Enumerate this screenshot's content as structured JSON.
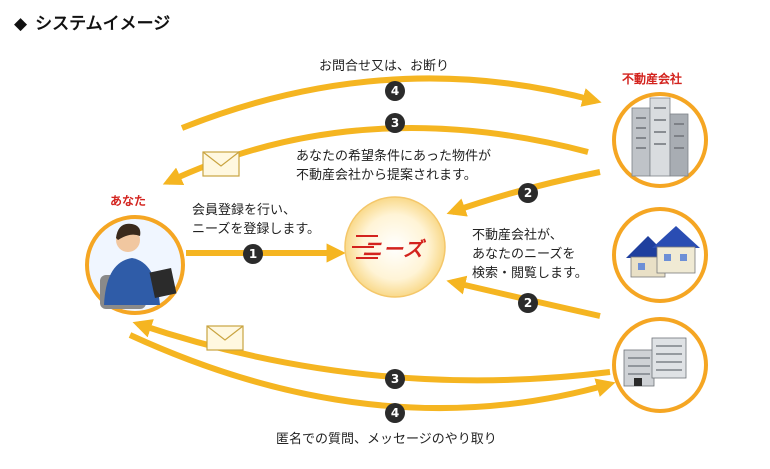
{
  "header": {
    "marker": "◆",
    "title": "システムイメージ"
  },
  "parties": {
    "you": "あなた",
    "company": "不動産会社"
  },
  "center": {
    "logo": "ニーズ"
  },
  "steps": {
    "one": "1",
    "two": "2",
    "three": "3",
    "four": "4"
  },
  "captions": {
    "register_1": "会員登録を行い、",
    "register_2": "ニーズを登録します。",
    "browse_1": "不動産会社が、",
    "browse_2": "あなたのニーズを",
    "browse_3": "検索・閲覧します。",
    "propose_1": "あなたの希望条件にあった物件が",
    "propose_2": "不動産会社から提案されます。",
    "inquiry": "お問合せ又は、お断り",
    "anonymous": "匿名での質問、メッセージのやり取り"
  },
  "colors": {
    "arrow": "#f5b521",
    "badge": "#2b2b2b",
    "accent": "#d3231e",
    "ring": "#f5a623"
  }
}
